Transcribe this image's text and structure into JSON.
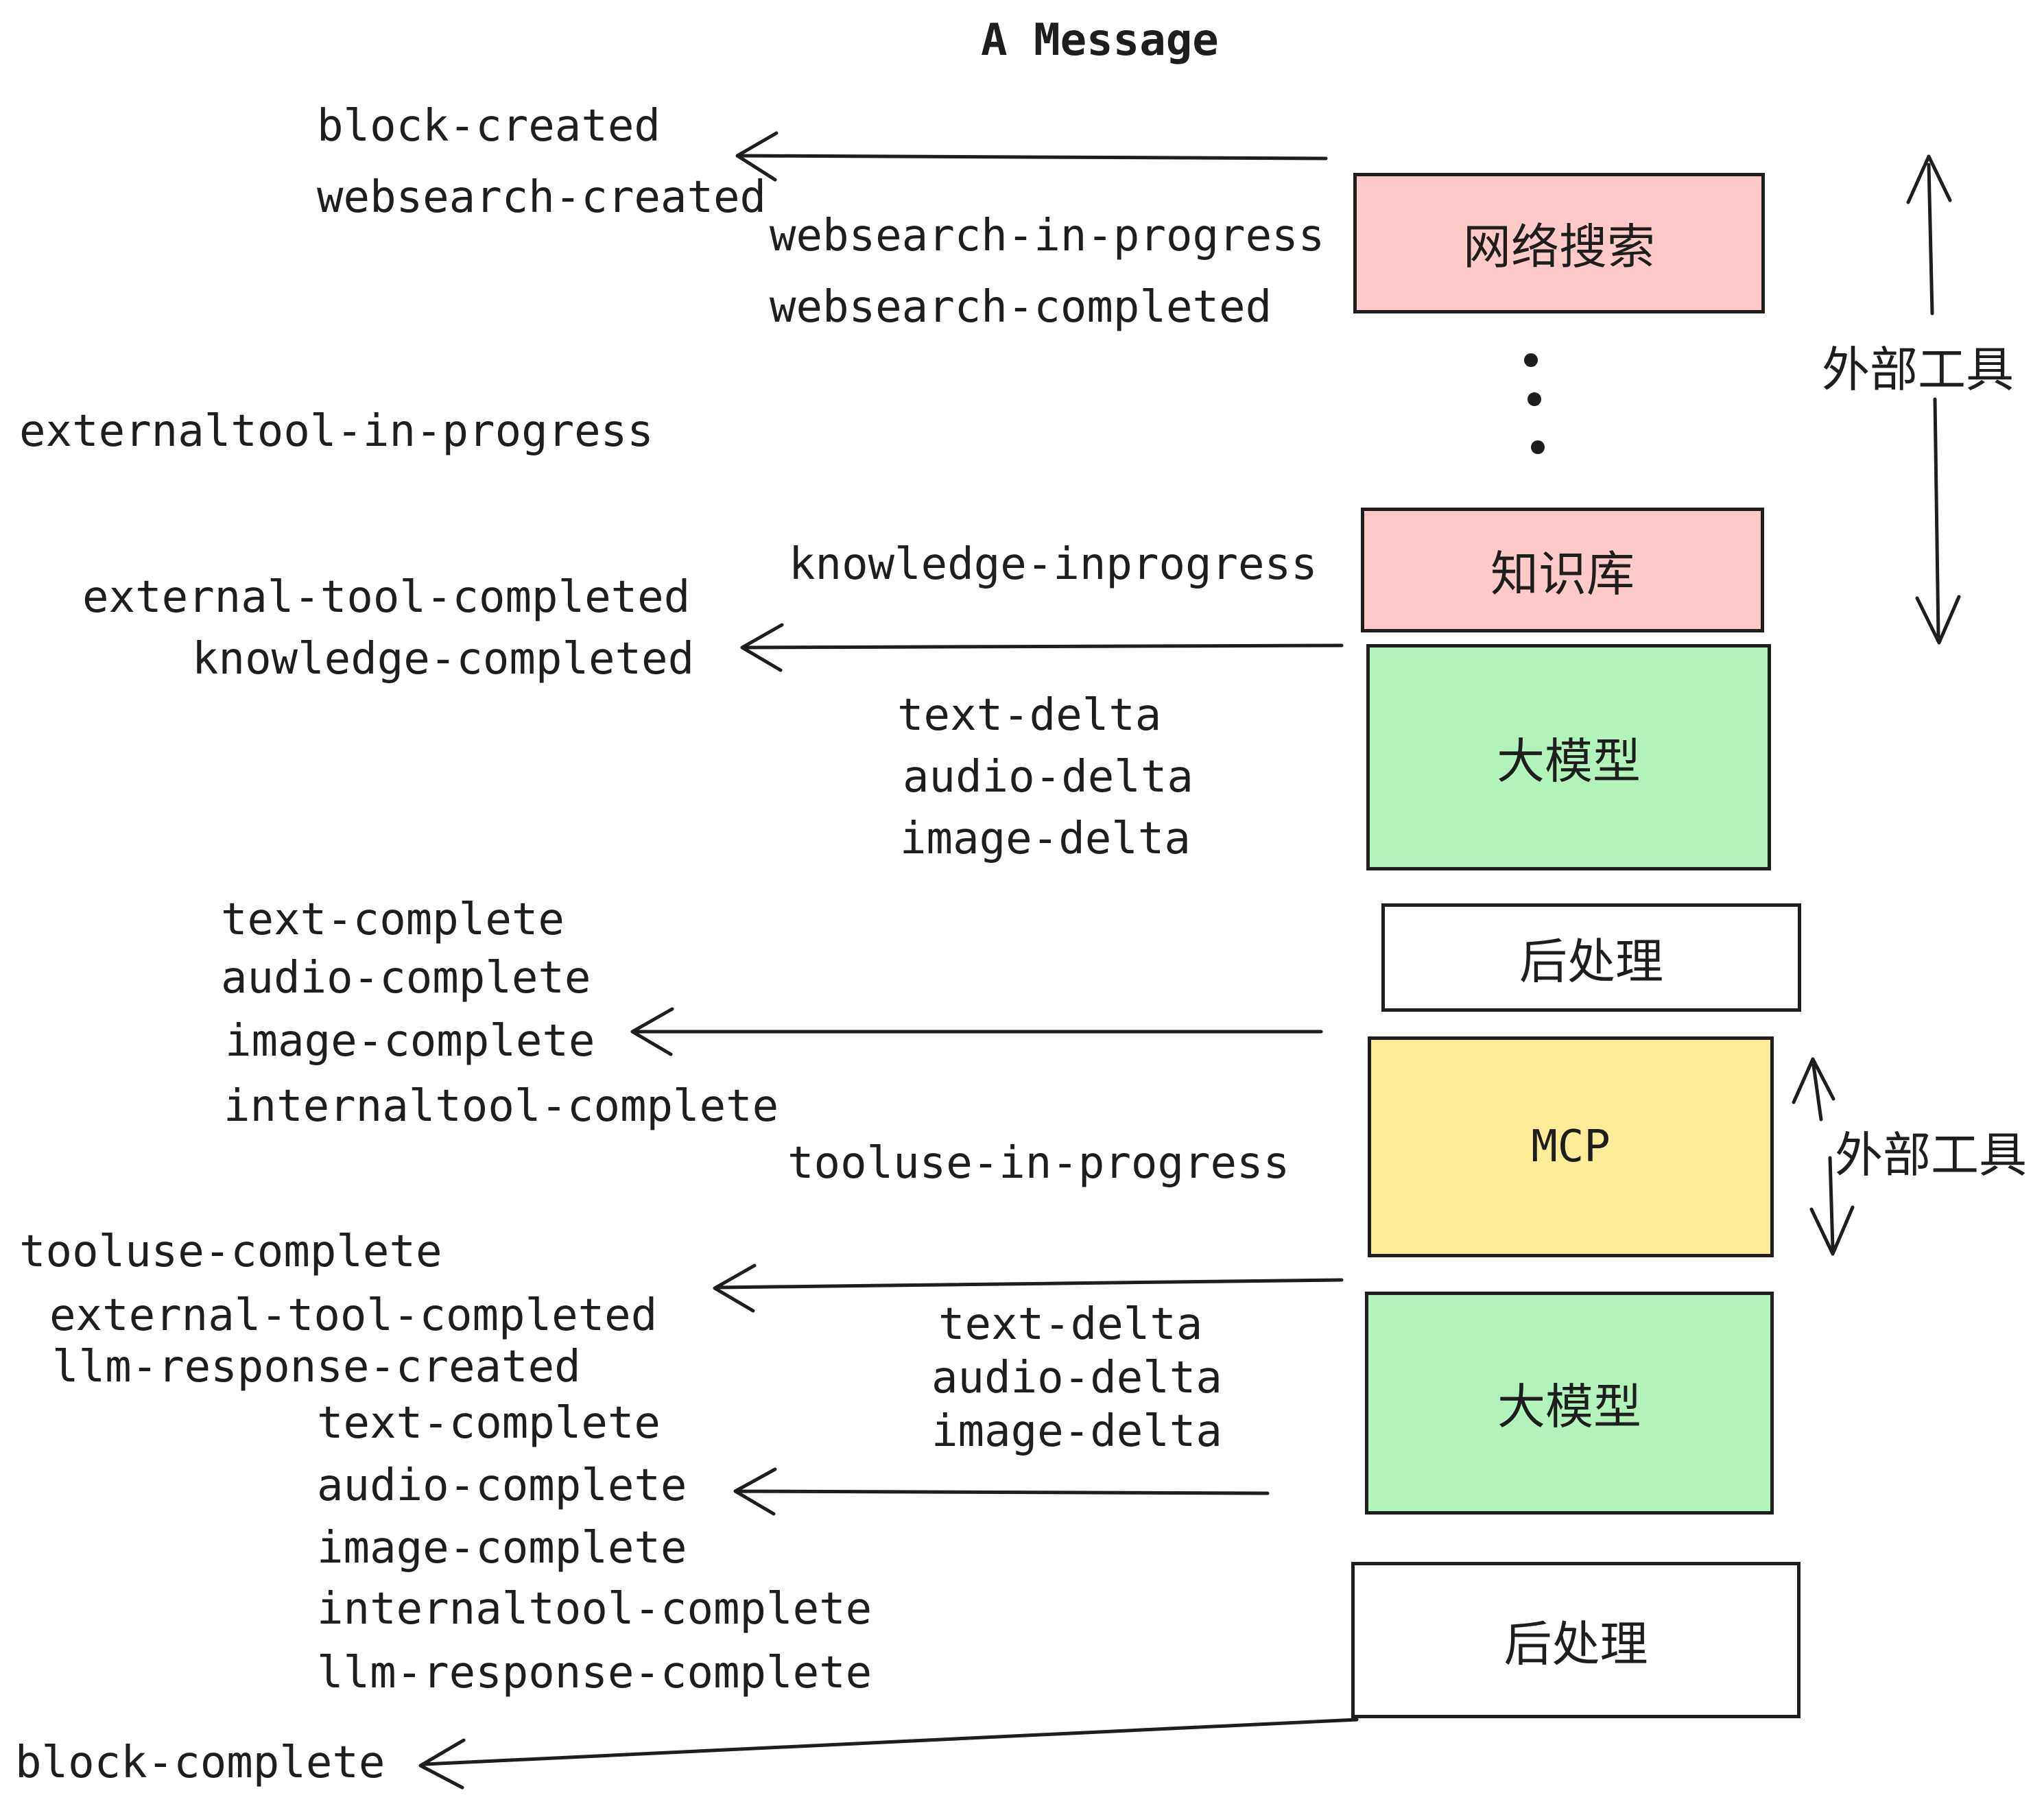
{
  "title": "A Message",
  "colors": {
    "pink": "#ffc9c9",
    "green": "#b2f2bb",
    "yellow": "#ffec99",
    "white": "#ffffff",
    "ink": "#1e1e1e"
  },
  "events": {
    "block_created": "block-created",
    "websearch_created": "websearch-created",
    "websearch_in_progress": "websearch-in-progress",
    "websearch_completed": "websearch-completed",
    "externaltool_in_progress": "externaltool-in-progress",
    "knowledge_inprogress": "knowledge-inprogress",
    "external_tool_completed": "external-tool-completed",
    "knowledge_completed": "knowledge-completed",
    "text_delta": "text-delta",
    "audio_delta": "audio-delta",
    "image_delta": "image-delta",
    "text_complete": "text-complete",
    "audio_complete": "audio-complete",
    "image_complete": "image-complete",
    "internaltool_complete": "internaltool-complete",
    "tooluse_in_progress": "tooluse-in-progress",
    "tooluse_complete": "tooluse-complete",
    "llm_response_created": "llm-response-created",
    "llm_response_complete": "llm-response-complete",
    "block_complete": "block-complete"
  },
  "boxes": {
    "websearch": "网络搜索",
    "knowledge": "知识库",
    "llm": "大模型",
    "postprocess": "后处理",
    "mcp": "MCP"
  },
  "annotations": {
    "external_tools": "外部工具"
  }
}
